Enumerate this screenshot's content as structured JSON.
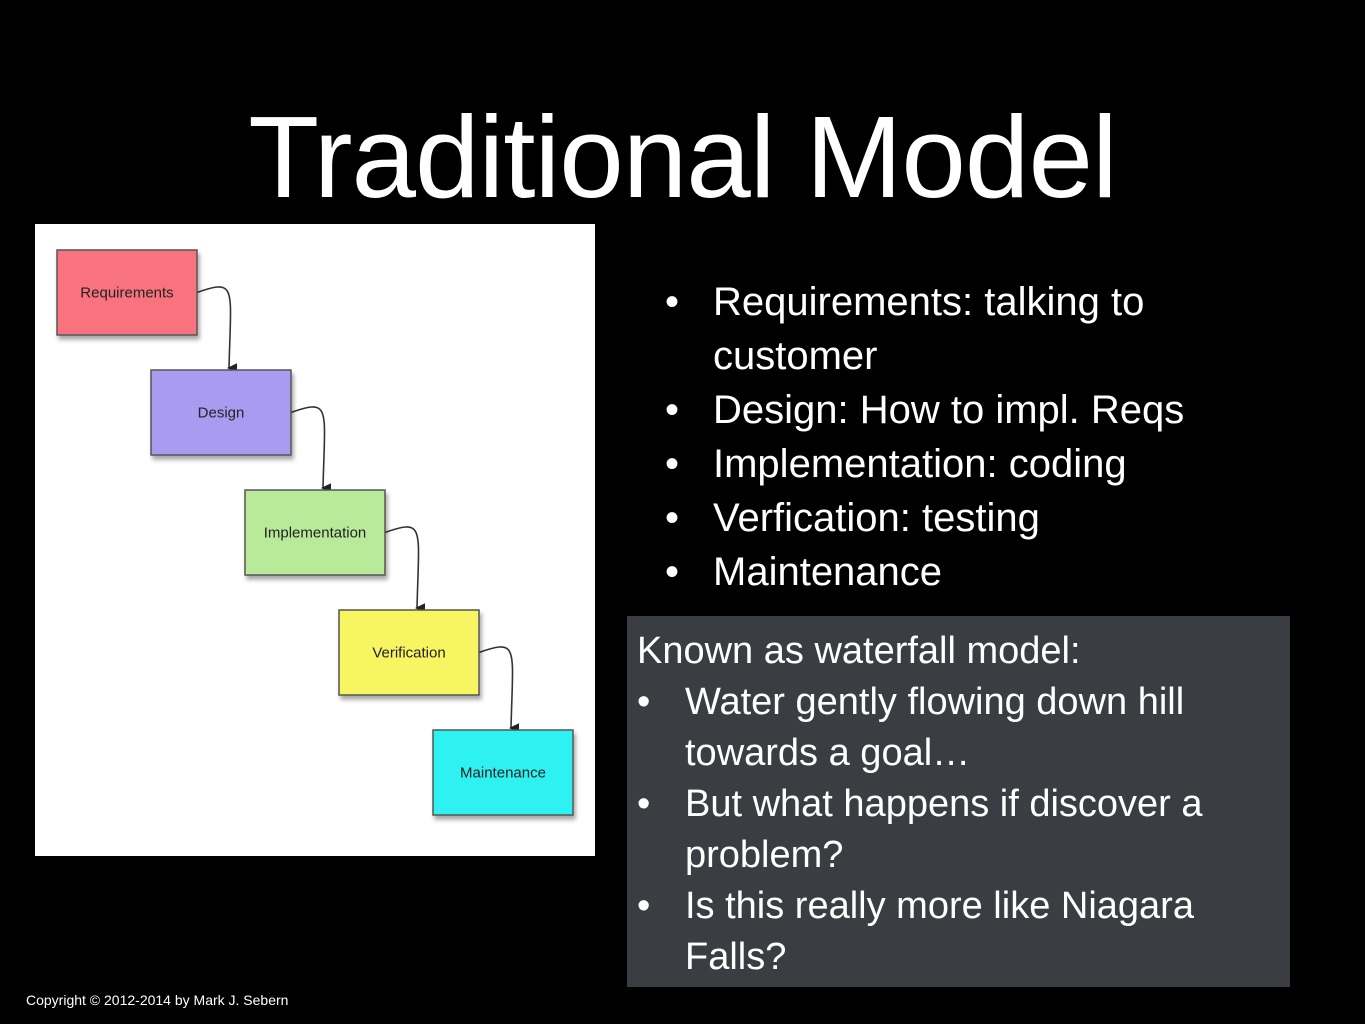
{
  "title": "Traditional Model",
  "diagram": {
    "stages": [
      {
        "label": "Requirements",
        "color": "#f8737e"
      },
      {
        "label": "Design",
        "color": "#a99cf0"
      },
      {
        "label": "Implementation",
        "color": "#b8ea9a"
      },
      {
        "label": "Verification",
        "color": "#f8f562"
      },
      {
        "label": "Maintenance",
        "color": "#2ef1f1"
      }
    ]
  },
  "bullets": [
    {
      "marker": "•",
      "text": "Requirements: talking to customer"
    },
    {
      "marker": "•",
      "text": "Design: How to impl. Reqs"
    },
    {
      "marker": "•",
      "text": "Implementation: coding"
    },
    {
      "marker": "•",
      "text": "Verfication: testing"
    },
    {
      "marker": "•",
      "text": "Maintenance"
    }
  ],
  "note": {
    "heading": "Known as waterfall model:",
    "items": [
      {
        "marker": "•",
        "text": "Water gently flowing down hill towards a goal…"
      },
      {
        "marker": "•",
        "text": "But what happens if discover a problem?"
      },
      {
        "marker": "•",
        "text": "Is this really more like Niagara Falls?"
      }
    ],
    "background": "#3a3d42"
  },
  "copyright": "Copyright © 2012-2014 by Mark J. Sebern"
}
